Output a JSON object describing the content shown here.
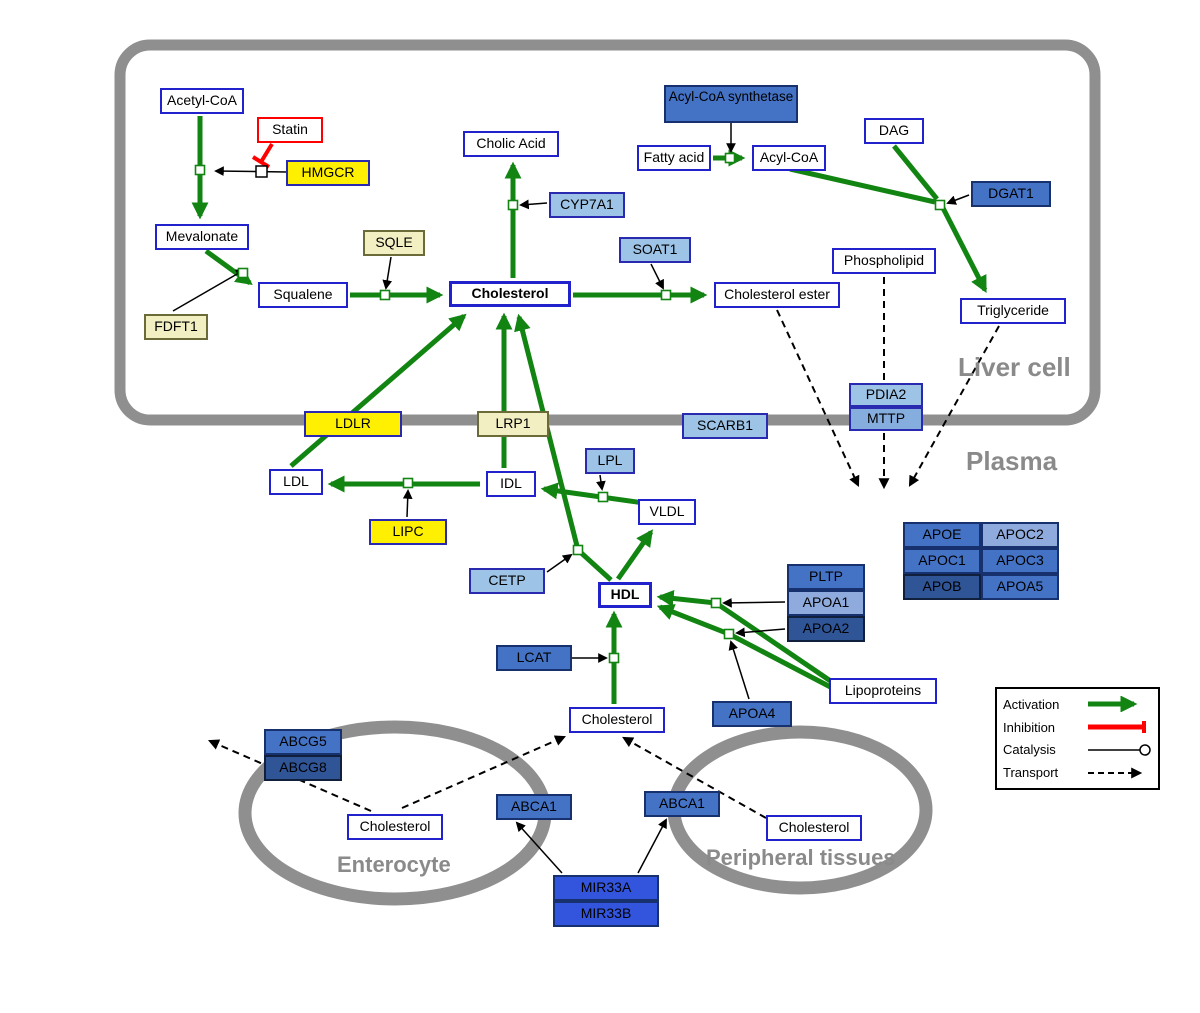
{
  "regions": {
    "liver": "Liver cell",
    "plasma": "Plasma",
    "enterocyte": "Enterocyte",
    "peripheral": "Peripheral tissues"
  },
  "nodes": {
    "acetyl_coa": "Acetyl-CoA",
    "statin": "Statin",
    "hmgcr": "HMGCR",
    "mevalonate": "Mevalonate",
    "fdft1": "FDFT1",
    "squalene": "Squalene",
    "sqle": "SQLE",
    "cholesterol": "Cholesterol",
    "cholic_acid": "Cholic Acid",
    "cyp7a1": "CYP7A1",
    "soat1": "SOAT1",
    "cholesterol_ester": "Cholesterol ester",
    "acyl_coa_synthetase": "Acyl-CoA synthetase",
    "fatty_acid": "Fatty acid",
    "acyl_coa": "Acyl-CoA",
    "dag": "DAG",
    "dgat1": "DGAT1",
    "phospholipid": "Phospholipid",
    "triglyceride": "Triglyceride",
    "pdia2": "PDIA2",
    "mttp": "MTTP",
    "ldlr": "LDLR",
    "lrp1": "LRP1",
    "scarb1": "SCARB1",
    "ldl": "LDL",
    "idl": "IDL",
    "lpl": "LPL",
    "vldl": "VLDL",
    "lipc": "LIPC",
    "cetp": "CETP",
    "hdl": "HDL",
    "lcat": "LCAT",
    "pltp": "PLTP",
    "apoa1": "APOA1",
    "apoa2": "APOA2",
    "apoe": "APOE",
    "apoc2": "APOC2",
    "apoc1": "APOC1",
    "apoc3": "APOC3",
    "apob": "APOB",
    "apoa5": "APOA5",
    "apoa4": "APOA4",
    "lipoproteins": "Lipoproteins",
    "cholesterol_plasma": "Cholesterol",
    "abcg5": "ABCG5",
    "abcg8": "ABCG8",
    "cholesterol_enterocyte": "Cholesterol",
    "abca1_enterocyte": "ABCA1",
    "abca1_peripheral": "ABCA1",
    "cholesterol_peripheral": "Cholesterol",
    "mir33a": "MIR33A",
    "mir33b": "MIR33B"
  },
  "legend": {
    "activation": "Activation",
    "inhibition": "Inhibition",
    "catalysis": "Catalysis",
    "transport": "Transport"
  },
  "colors": {
    "activation_green": "#128412",
    "inhibition_red": "#ff0000",
    "membrane_gray": "#8f8f8f",
    "node_border_blue": "#2222cc",
    "enzyme_yellow": "#ffef00",
    "enzyme_pale_yellow": "#f2efc2",
    "protein_light_blue": "#9dc3e6",
    "protein_medium_blue": "#4472c4",
    "protein_dark_blue": "#2f5597",
    "mir_blue": "#3355dd"
  }
}
